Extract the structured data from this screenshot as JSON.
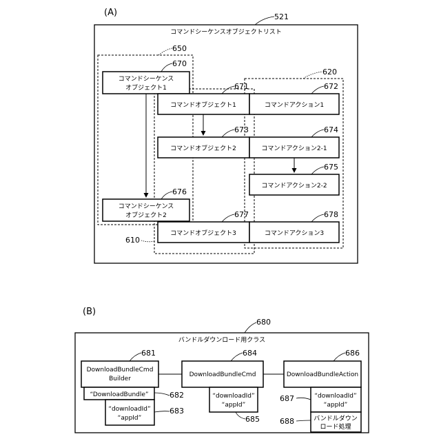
{
  "section_a": {
    "label": "(A)",
    "list": {
      "title": "コマンドシーケンスオブジェクトリスト",
      "ref": "521"
    },
    "group_650": "650",
    "group_620": "620",
    "group_610": "610",
    "seq_obj_1": {
      "line1": "コマンドシーケンス",
      "line2": "オブジェクト1",
      "ref": "670"
    },
    "seq_obj_2": {
      "line1": "コマンドシーケンス",
      "line2": "オブジェクト2",
      "ref": "676"
    },
    "cmd_obj_1": {
      "label": "コマンドオブジェクト1",
      "ref": "671"
    },
    "cmd_obj_2": {
      "label": "コマンドオブジェクト2",
      "ref": "673"
    },
    "cmd_obj_3": {
      "label": "コマンドオブジェクト3",
      "ref": "677"
    },
    "action_1": {
      "label": "コマンドアクション1",
      "ref": "672"
    },
    "action_2_1": {
      "label": "コマンドアクション2-1",
      "ref": "674"
    },
    "action_2_2": {
      "label": "コマンドアクション2-2",
      "ref": "675"
    },
    "action_3": {
      "label": "コマンドアクション3",
      "ref": "678"
    }
  },
  "section_b": {
    "label": "(B)",
    "class": {
      "title": "バンドルダウンロード用クラス",
      "ref": "680"
    },
    "builder": {
      "line1": "DownloadBundleCmd",
      "line2": "Builder",
      "ref": "681"
    },
    "builder_param_1": {
      "text": "“DownloadBundle”",
      "ref": "682"
    },
    "builder_param_2": {
      "line1": "“downloadId”",
      "line2": "“appId”",
      "ref": "683"
    },
    "cmd": {
      "label": "DownloadBundleCmd",
      "ref": "684"
    },
    "cmd_param": {
      "line1": "“downloadId”",
      "line2": "“appId”",
      "ref": "685"
    },
    "action": {
      "label": "DownloadBundleAction",
      "ref": "686"
    },
    "action_param": {
      "line1": "“downloadId”",
      "line2": "“appId”",
      "ref": "687"
    },
    "action_process": {
      "line1": "バンドルダウン",
      "line2": "ロード処理",
      "ref": "688"
    }
  }
}
